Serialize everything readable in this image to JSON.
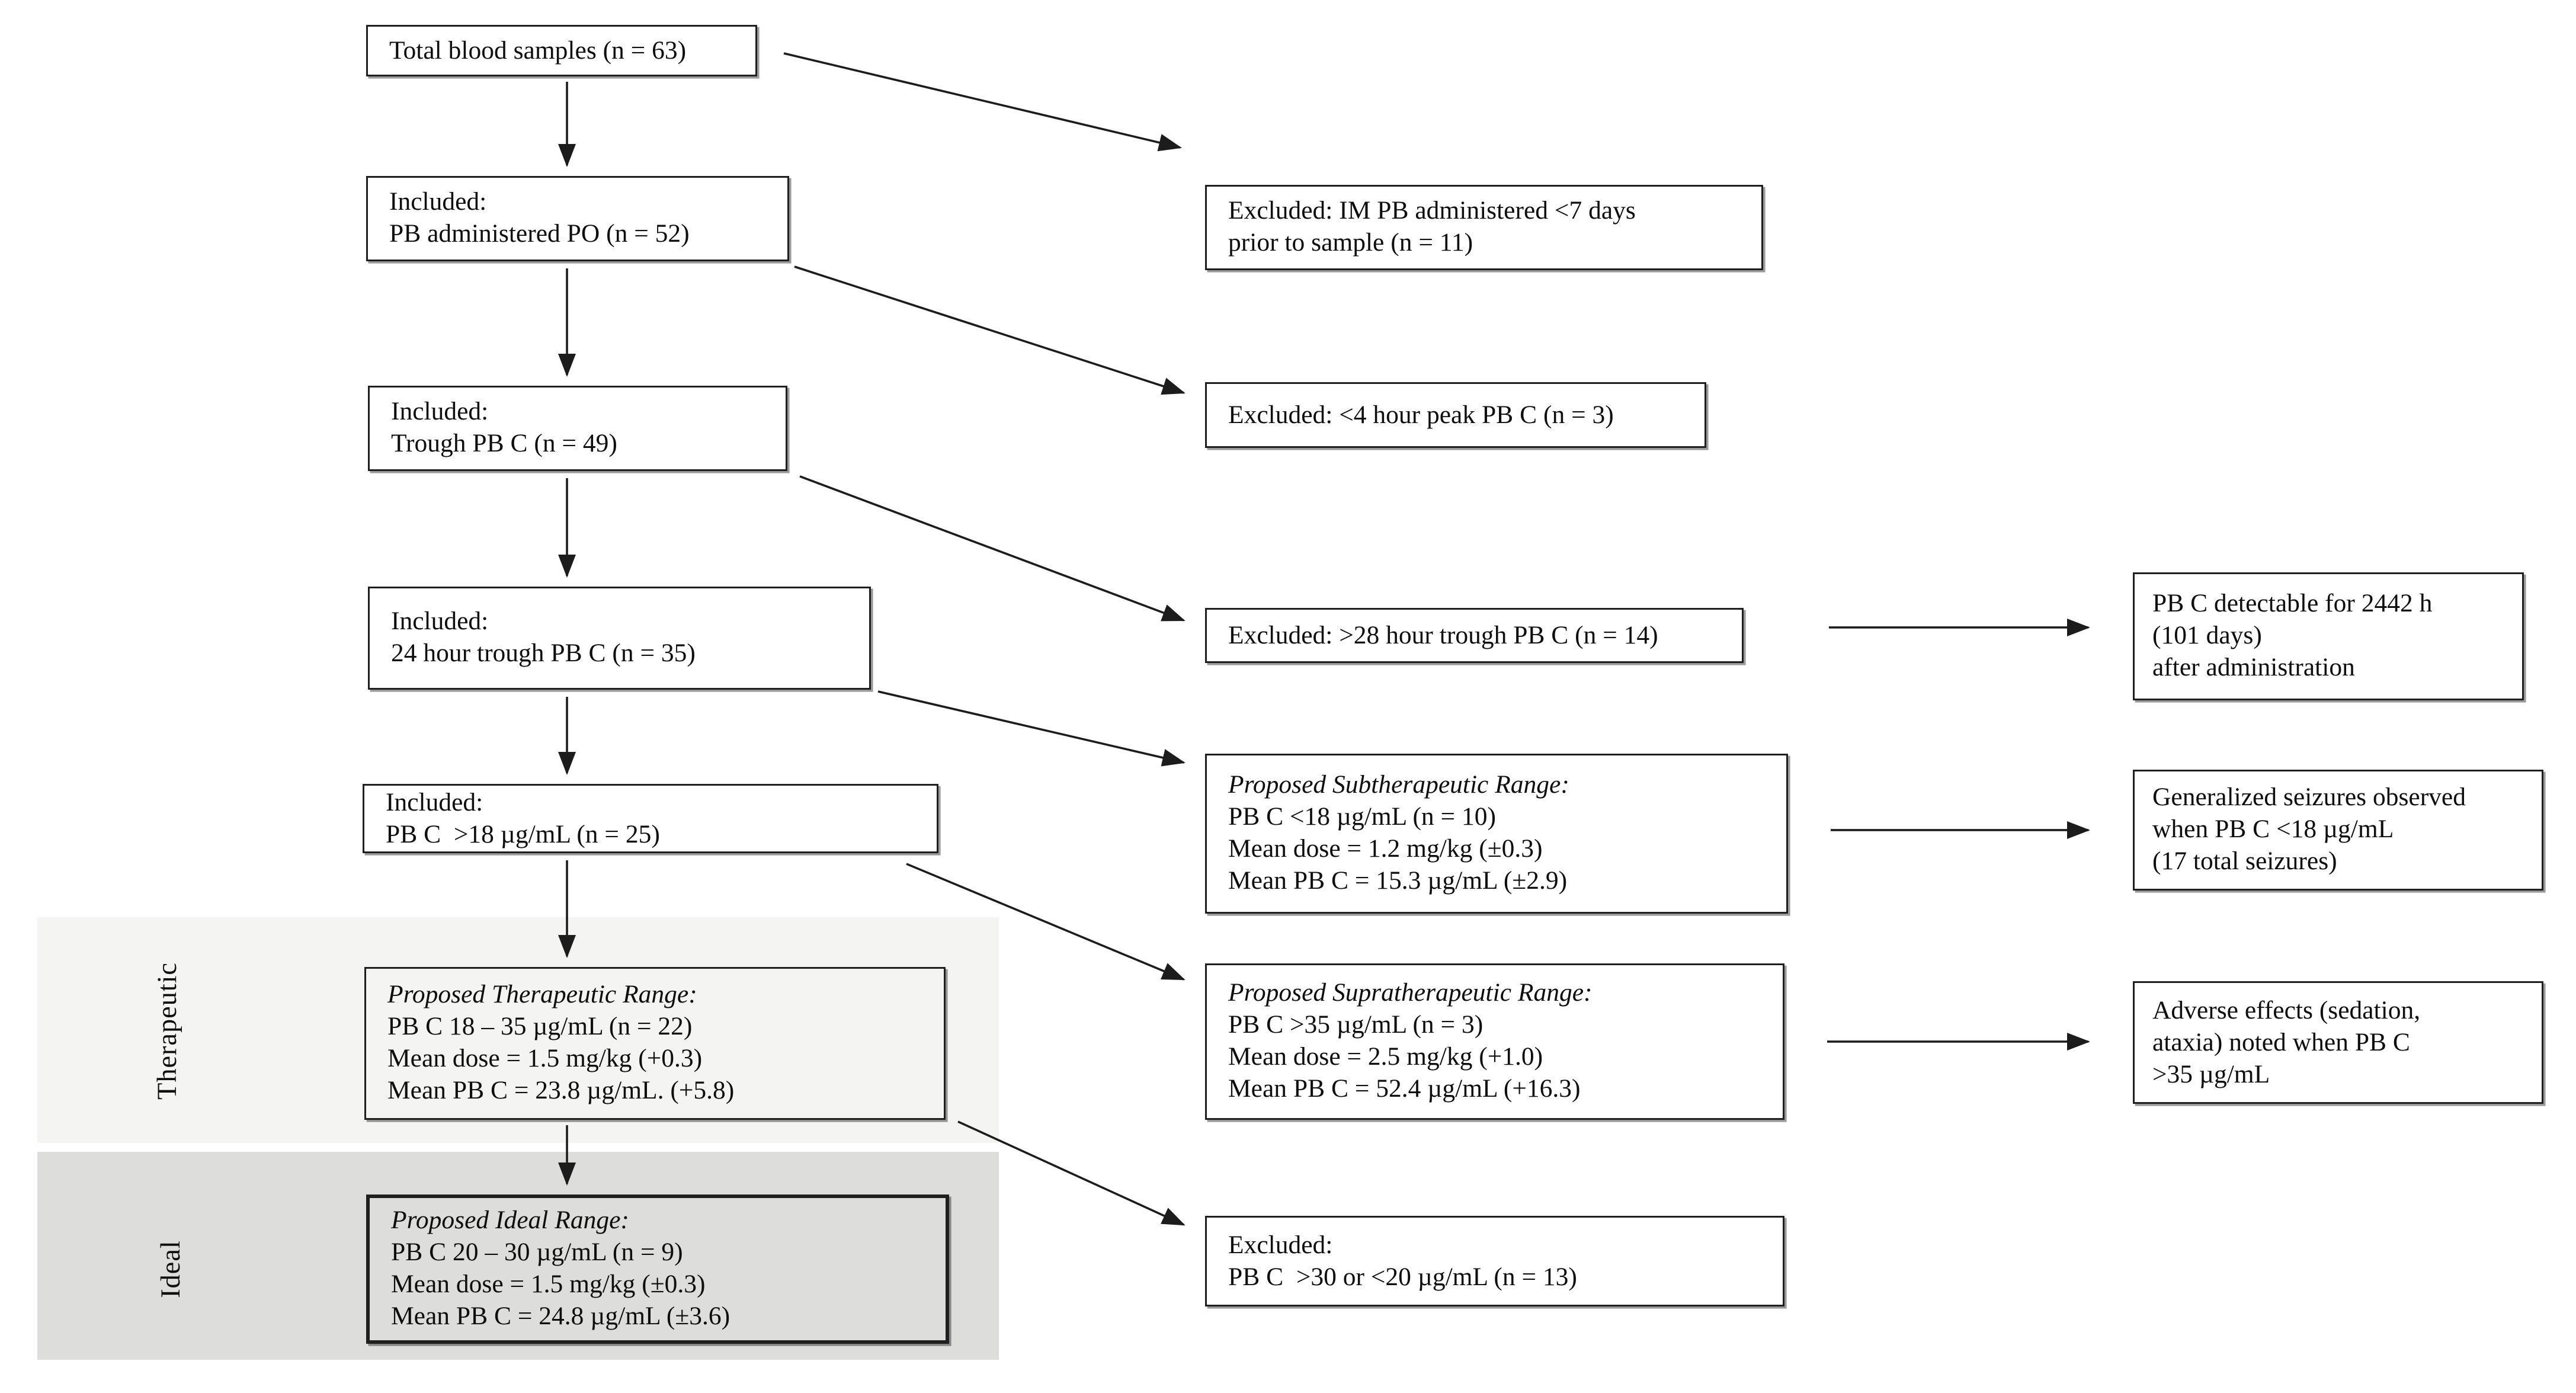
{
  "colors": {
    "page_bg": "#ffffff",
    "band_light": "#f4f4f2",
    "band_dark": "#dddddc",
    "box_border": "#1f1f1f",
    "arrow": "#1c1c1c",
    "text": "#0e0e0e"
  },
  "bands": {
    "therapeutic_label": "Therapeutic",
    "ideal_label": "Ideal"
  },
  "boxes": {
    "total": {
      "lines": [
        "Total blood samples (n = 63)"
      ]
    },
    "included_po": {
      "lines": [
        "Included:",
        "PB administered PO (n = 52)"
      ]
    },
    "included_trough": {
      "lines": [
        "Included:",
        "Trough PB C (n = 49)"
      ]
    },
    "included_24h": {
      "lines": [
        "Included:",
        "24 hour trough PB C (n = 35)"
      ]
    },
    "included_gt18": {
      "lines": [
        "Included:",
        "PB C  >18 µg/mL (n = 25)"
      ]
    },
    "therapeutic": {
      "lines": [
        "Proposed Therapeutic Range:",
        "PB C 18 – 35 µg/mL (n = 22)",
        "Mean dose = 1.5 mg/kg (+0.3)",
        "Mean PB C = 23.8 µg/mL. (+5.8)"
      ]
    },
    "ideal": {
      "lines": [
        "Proposed Ideal Range:",
        "PB C 20 – 30 µg/mL (n = 9)",
        "Mean dose = 1.5 mg/kg (±0.3)",
        "Mean PB C = 24.8 µg/mL (±3.6)"
      ]
    },
    "excluded_im": {
      "lines": [
        "Excluded: IM PB administered <7 days",
        "prior to sample (n = 11)"
      ]
    },
    "excluded_4h": {
      "lines": [
        "Excluded: <4 hour peak PB C (n = 3)"
      ]
    },
    "excluded_28h": {
      "lines": [
        "Excluded: >28 hour trough PB C (n = 14)"
      ]
    },
    "subtherapeutic": {
      "lines": [
        "Proposed Subtherapeutic Range:",
        "PB C <18 µg/mL (n = 10)",
        "Mean dose = 1.2 mg/kg (±0.3)",
        "Mean PB C = 15.3 µg/mL (±2.9)"
      ]
    },
    "supratherapeutic": {
      "lines": [
        "Proposed Supratherapeutic Range:",
        "PB C >35 µg/mL (n = 3)",
        "Mean dose = 2.5 mg/kg (+1.0)",
        "Mean PB C = 52.4 µg/mL (+16.3)"
      ]
    },
    "excluded_range": {
      "lines": [
        "Excluded:",
        "PB C  >30 or <20 µg/mL (n = 13)"
      ]
    },
    "detectable": {
      "lines": [
        "PB C detectable for 2442 h",
        "(101 days)",
        "after administration"
      ]
    },
    "seizures": {
      "lines": [
        "Generalized seizures observed",
        "when PB C <18 µg/mL",
        "(17 total seizures)"
      ]
    },
    "adverse": {
      "lines": [
        "Adverse effects (sedation,",
        "ataxia) noted when PB C",
        ">35 µg/mL"
      ]
    }
  }
}
